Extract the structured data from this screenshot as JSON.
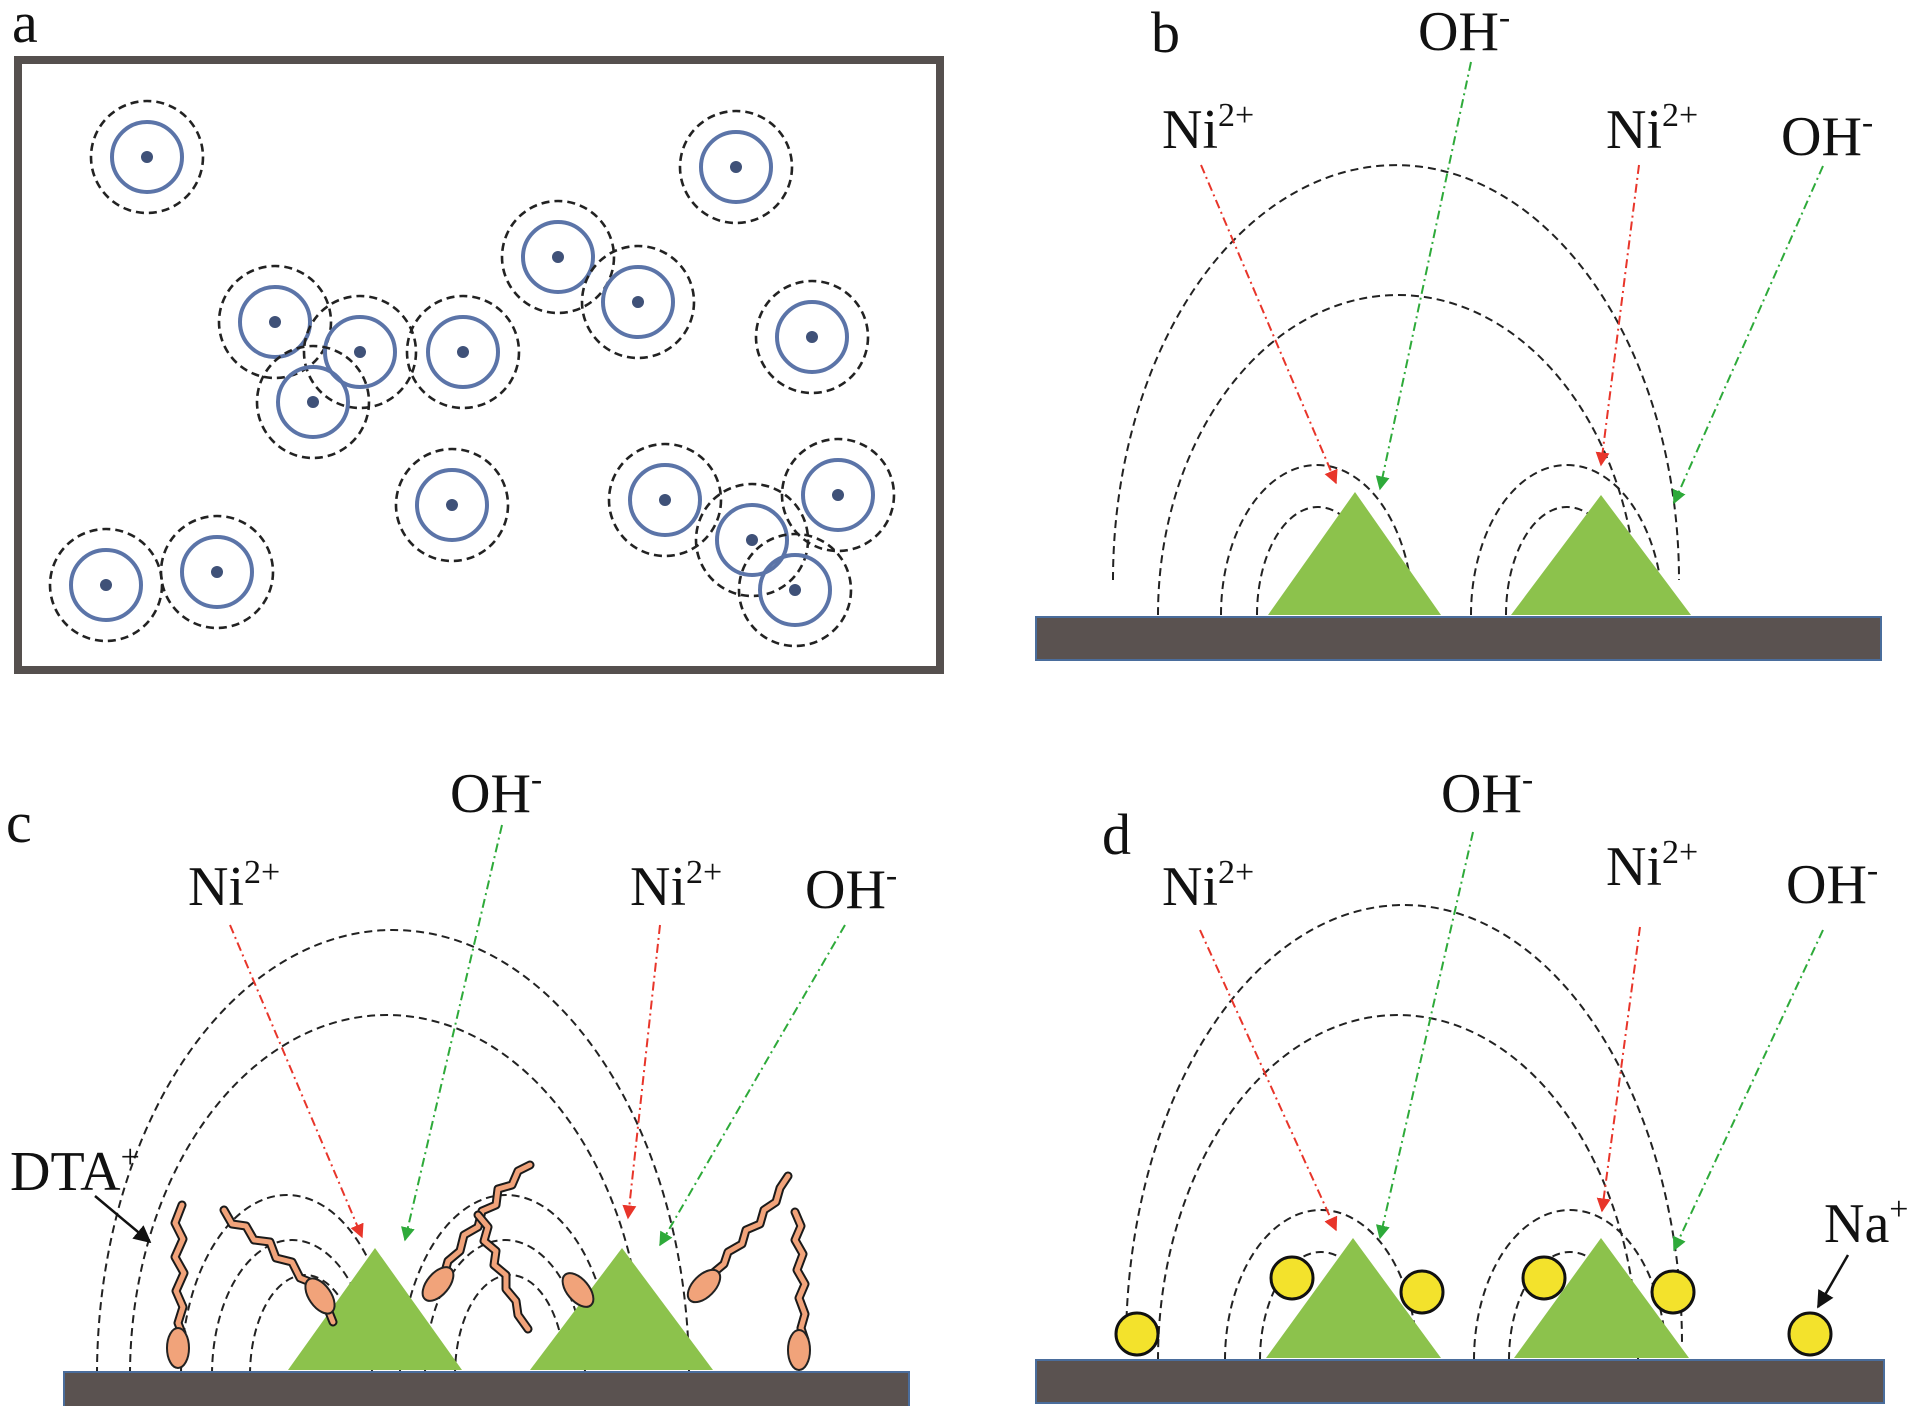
{
  "panels": {
    "a": {
      "letter": "a"
    },
    "b": {
      "letter": "b",
      "ni_left": "Ni",
      "ni_left_sup": "2+",
      "oh_center": "OH",
      "oh_center_sup": "-",
      "ni_right": "Ni",
      "ni_right_sup": "2+",
      "oh_right": "OH",
      "oh_right_sup": "-"
    },
    "c": {
      "letter": "c",
      "ni_left": "Ni",
      "ni_left_sup": "2+",
      "oh_center": "OH",
      "oh_center_sup": "-",
      "ni_right": "Ni",
      "ni_right_sup": "2+",
      "oh_right": "OH",
      "oh_right_sup": "-",
      "surfactant": "DTA",
      "surfactant_sup": "+"
    },
    "d": {
      "letter": "d",
      "ni_left": "Ni",
      "ni_left_sup": "2+",
      "oh_center": "OH",
      "oh_center_sup": "-",
      "ni_right": "Ni",
      "ni_right_sup": "2+",
      "oh_right": "OH",
      "oh_right_sup": "-",
      "cation": "Na",
      "cation_sup": "+"
    }
  },
  "colors": {
    "ni_arrow": "#e8352a",
    "oh_arrow": "#2eaa3a",
    "nucleus": "#8cc24c",
    "substrate": "#5a5250",
    "shell": "#5b74a8",
    "surfactant": "#f1a37a",
    "sodium": "#f3e22c"
  }
}
